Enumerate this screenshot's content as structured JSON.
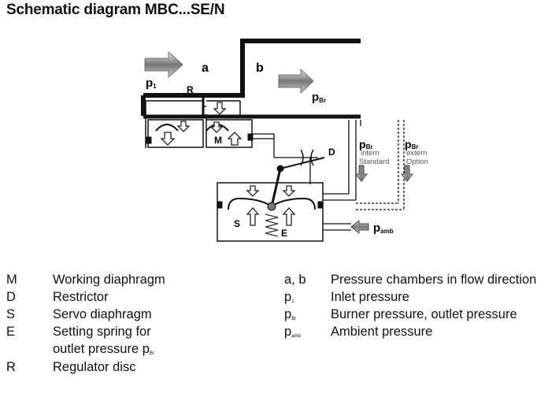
{
  "title": "Schematic diagram MBC...SE/N",
  "diagram": {
    "label_a": "a",
    "label_b": "b",
    "label_R": "R",
    "label_M": "M",
    "label_D": "D",
    "label_S": "S",
    "label_E": "E",
    "p1_main": "p",
    "p1_sub": "1",
    "pBr_main": "p",
    "pBr_sub": "Br",
    "pBr_intern_main": "p",
    "pBr_intern_sub": "Br",
    "intern": "intern",
    "standard": "Standard",
    "pBr_extern_main": "p",
    "pBr_extern_sub": "Br",
    "extern": "extern",
    "option": "Option",
    "pamb_main": "p",
    "pamb_sub": "amb"
  },
  "legend_left": [
    {
      "key": "M",
      "desc": "Working diaphragm"
    },
    {
      "key": "D",
      "desc": "Restrictor"
    },
    {
      "key": "S",
      "desc": "Servo diaphragm"
    },
    {
      "key": "E",
      "desc": "Setting spring for"
    },
    {
      "key": "",
      "desc": "outlet pressure p",
      "desc_sub": "Br"
    },
    {
      "key": "R",
      "desc": "Regulator disc"
    }
  ],
  "legend_right": [
    {
      "key": "a, b",
      "key_sub": "",
      "desc": "Pressure chambers in flow direction"
    },
    {
      "key": "p",
      "key_sub": "1",
      "desc": "Inlet pressure"
    },
    {
      "key": "p",
      "key_sub": "Br",
      "desc": "Burner pressure, outlet pressure"
    },
    {
      "key": "p",
      "key_sub": "amb",
      "desc": "Ambient pressure"
    }
  ]
}
